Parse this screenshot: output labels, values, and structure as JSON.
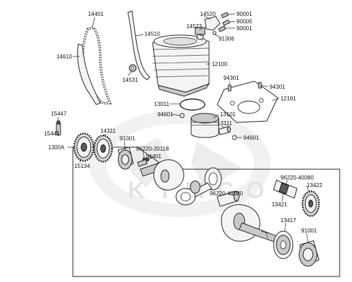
{
  "watermark": {
    "brand": "KYMCO"
  },
  "labels": {
    "p14401": "14401",
    "p14510": "14510",
    "p14610": "14610",
    "p14531": "14531",
    "p14520": "14520",
    "p14523": "14523",
    "p90001a": "90001",
    "p90005": "90005",
    "p90001b": "90001",
    "p91306": "91306",
    "p12100": "12100",
    "p94301a": "94301",
    "p94301b": "94301",
    "p12191": "12191",
    "p13011": "13011",
    "p94601a": "94601",
    "p13101": "13101",
    "p13111": "13111",
    "p94601b": "94601",
    "p15447": "15447",
    "p15441": "15441",
    "p1300A": "1300A",
    "p14311": "14311",
    "p15134": "15134",
    "p91001a": "91001",
    "p96220_20118": "96220-20118",
    "p94401": "94401",
    "p96220_40080a": "96220-40080",
    "p96220_40080b": "96220-40080",
    "p13422": "13422",
    "p13421": "13421",
    "p13417": "13417",
    "p91001b": "91001"
  }
}
